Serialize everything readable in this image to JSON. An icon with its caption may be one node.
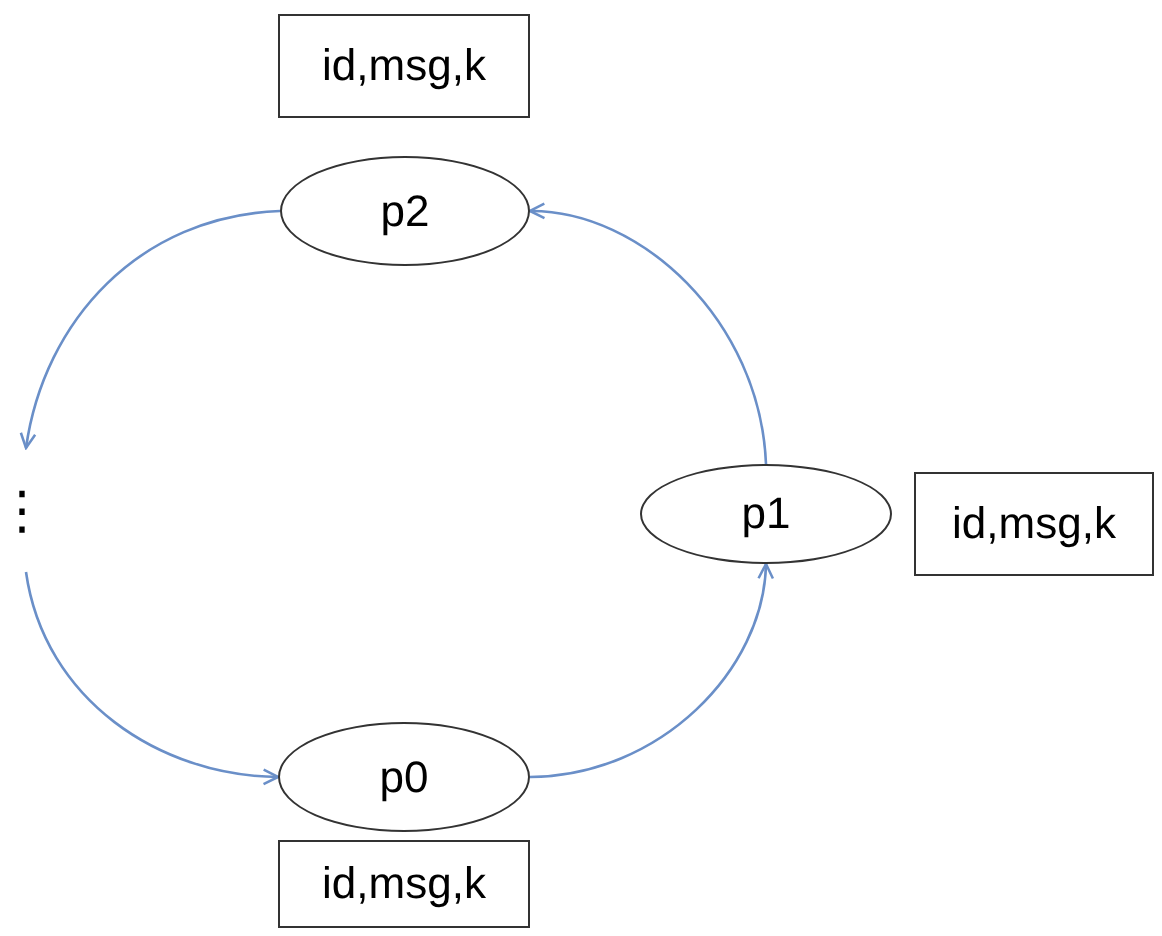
{
  "diagram": {
    "nodes": [
      {
        "text": [
          "id,msg,k"
        ]
      },
      {
        "text": [
          "p2"
        ]
      },
      {
        "text": [
          "⋮"
        ]
      },
      {
        "text": [
          "p1"
        ]
      },
      {
        "text": [
          "id,msg,k"
        ]
      },
      {
        "text": [
          "p0"
        ]
      },
      {
        "text": [
          "id,msg,k"
        ]
      }
    ],
    "edges": [
      {
        "from": 1,
        "to": 2,
        "arrow": "to"
      },
      {
        "from": 2,
        "to": 5,
        "arrow": "to"
      },
      {
        "from": 5,
        "to": 3,
        "arrow": "to"
      },
      {
        "from": 3,
        "to": 1,
        "arrow": "to"
      }
    ]
  }
}
